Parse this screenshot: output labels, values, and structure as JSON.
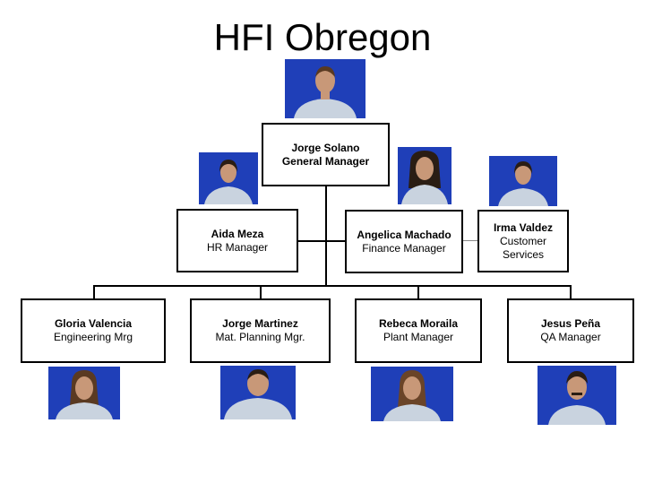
{
  "title": "HFI Obregon",
  "nodes": {
    "gm": {
      "name": "Jorge Solano",
      "role": "General Manager"
    },
    "hr": {
      "name": "Aida Meza",
      "role": "HR Manager"
    },
    "finance": {
      "name": "Angelica Machado",
      "role": "Finance Manager"
    },
    "customer": {
      "name": "Irma Valdez",
      "role": "Customer Services"
    },
    "engineering": {
      "name": "Gloria Valencia",
      "role": "Engineering Mrg"
    },
    "planning": {
      "name": "Jorge Martinez",
      "role": "Mat. Planning Mgr."
    },
    "plant": {
      "name": "Rebeca Moraila",
      "role": "Plant Manager"
    },
    "qa": {
      "name": "Jesus Peña",
      "role": "QA Manager"
    }
  },
  "colors": {
    "photo_bg": "#1f3fb8",
    "shirt": "#c9d3df",
    "skin": "#c89878",
    "hair_dark": "#2a1d14",
    "hair_brown": "#5a3a22"
  }
}
